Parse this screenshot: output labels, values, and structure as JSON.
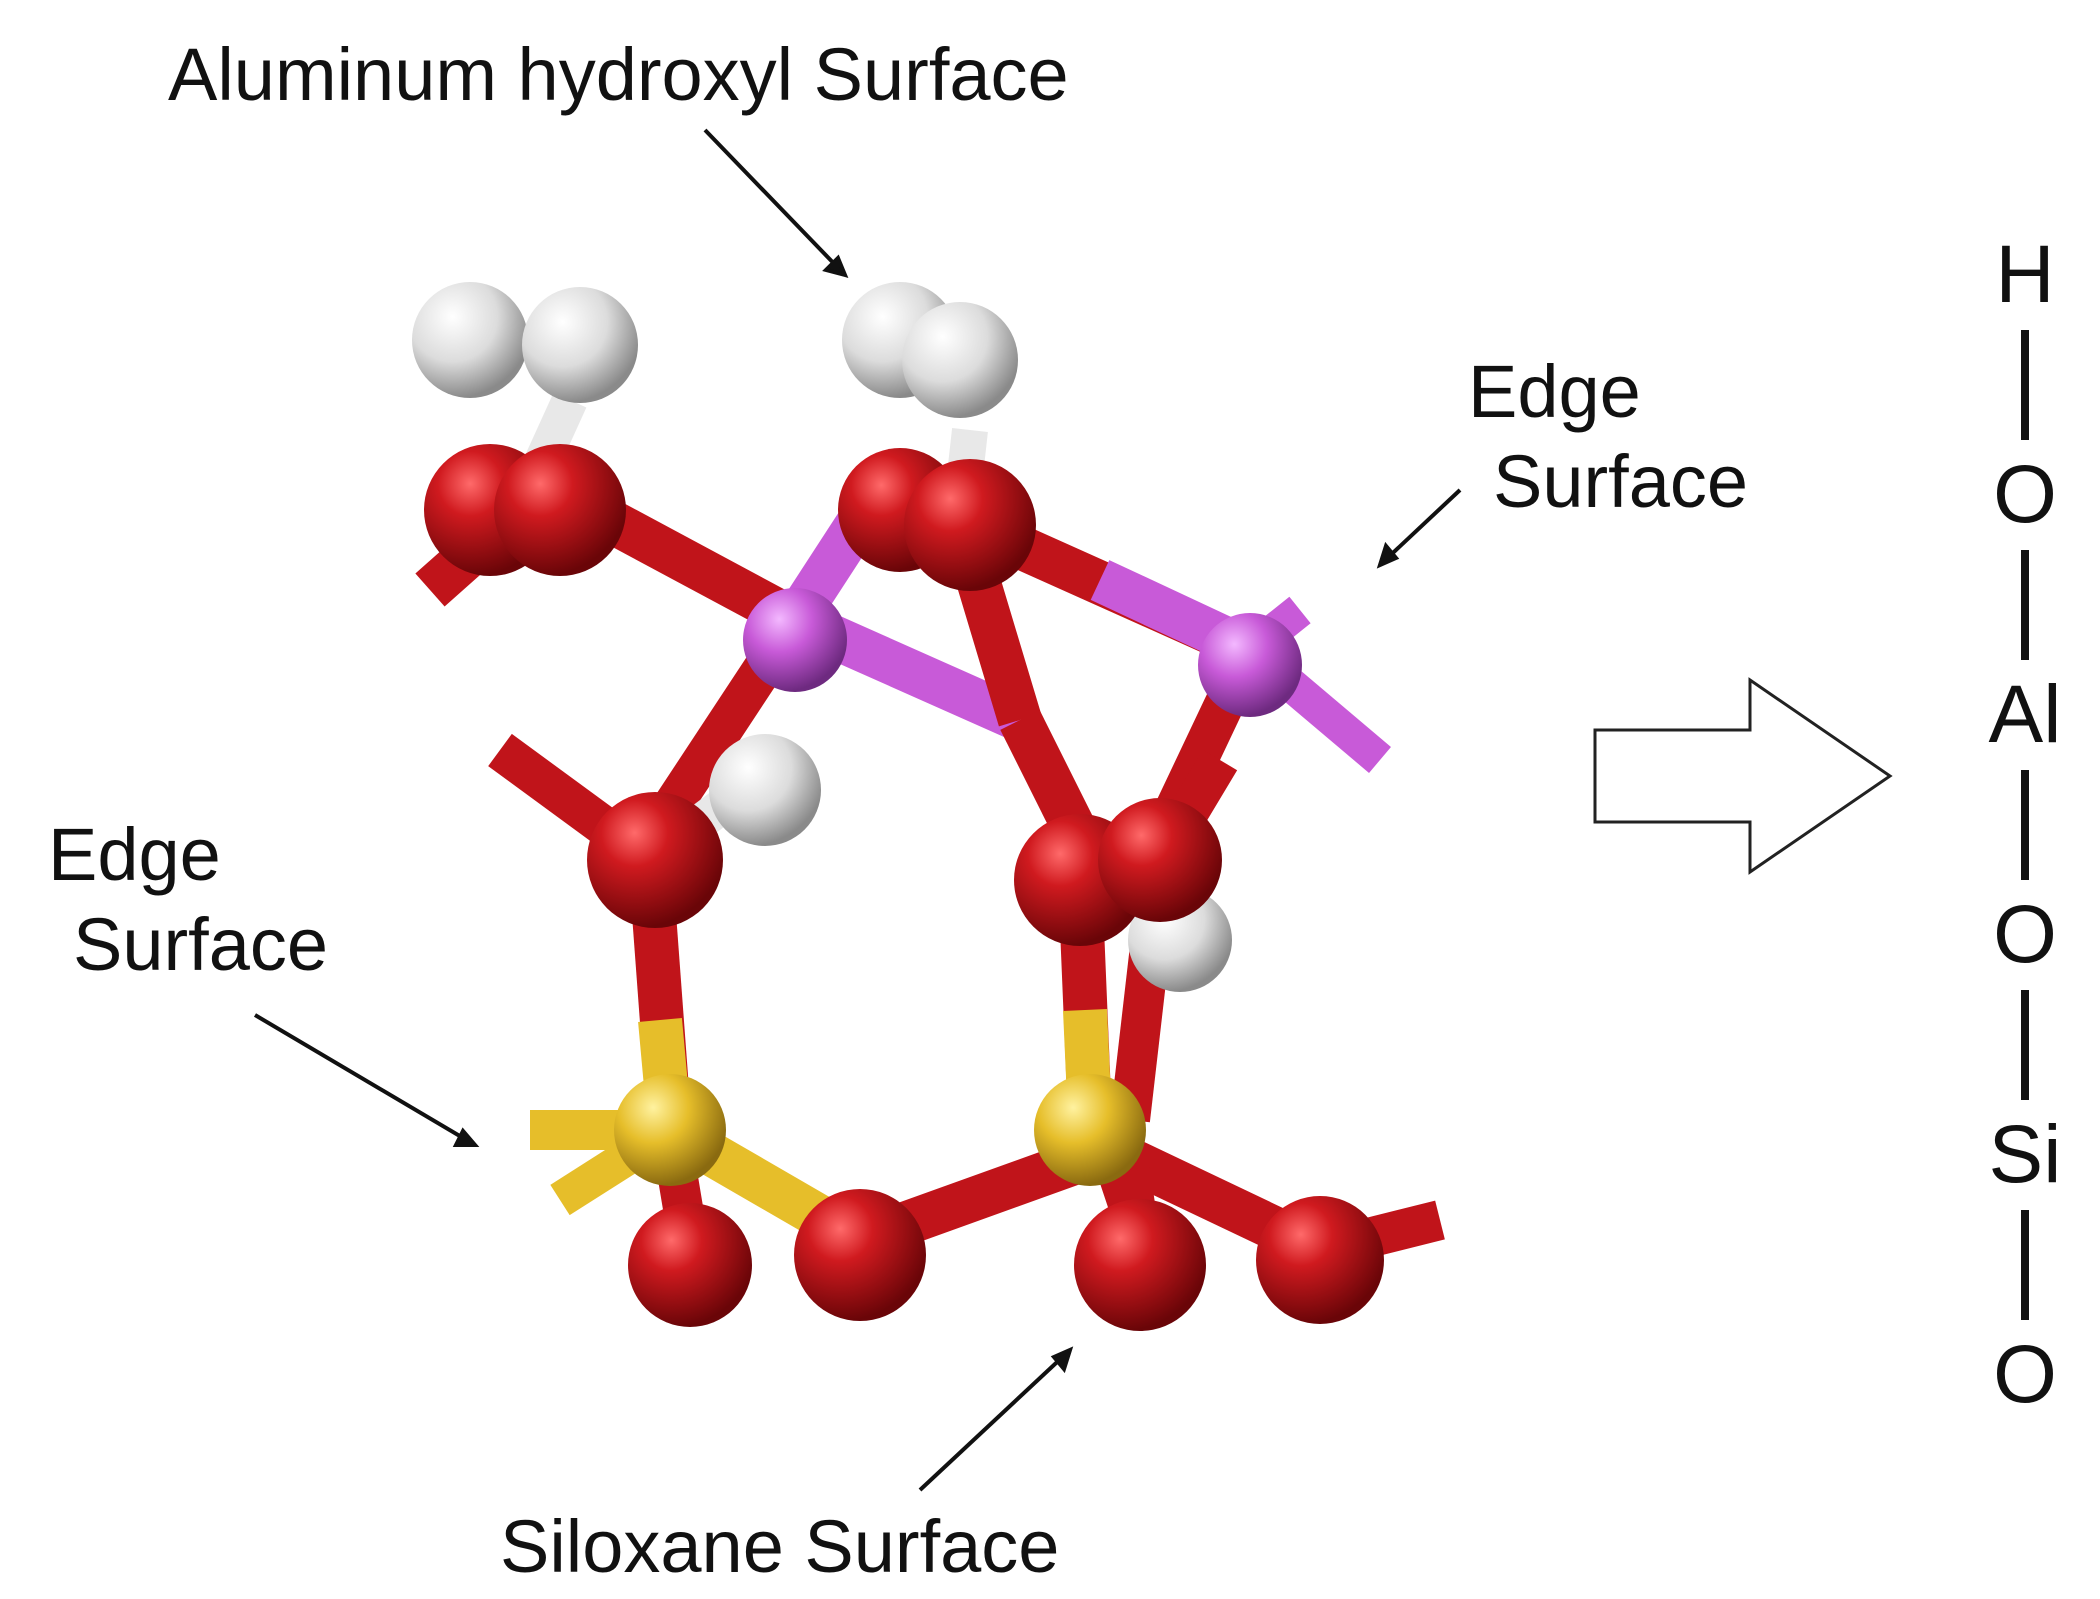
{
  "labels": {
    "top": "Aluminum hydroxyl Surface",
    "edge_right_line1": "Edge",
    "edge_right_line2": "Surface",
    "edge_left_line1": "Edge",
    "edge_left_line2": "Surface",
    "bottom": "Siloxane Surface"
  },
  "chain": {
    "atoms": [
      "H",
      "O",
      "Al",
      "O",
      "Si",
      "O"
    ]
  },
  "colors": {
    "oxygen": "#c0141a",
    "aluminum": "#c85ad8",
    "silicon": "#e6be2a",
    "hydrogen": "#e8e8e8",
    "text": "#111111"
  }
}
